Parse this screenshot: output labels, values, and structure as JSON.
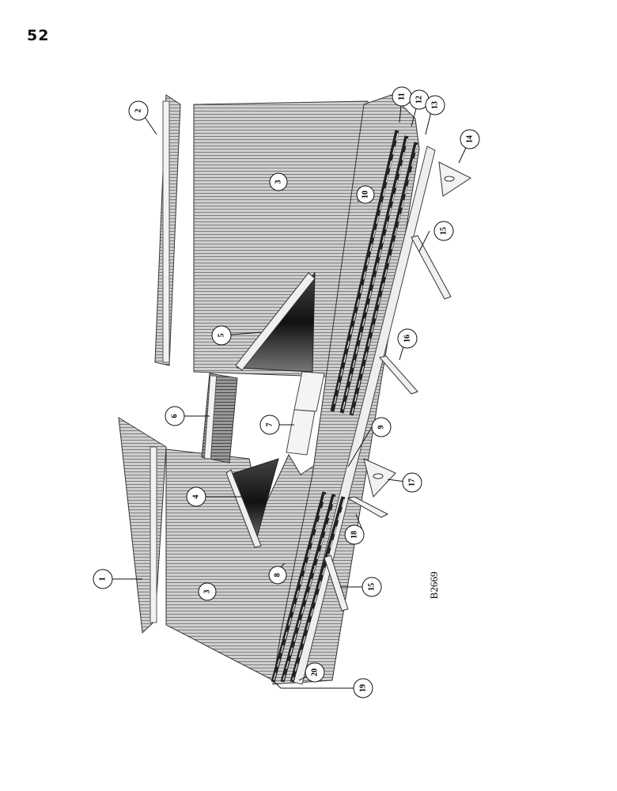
{
  "page": {
    "number": "52"
  },
  "figure": {
    "code": "B2669"
  },
  "callouts": [
    "1",
    "2",
    "3",
    "3",
    "4",
    "5",
    "6",
    "7",
    "8",
    "9",
    "10",
    "11",
    "12",
    "13",
    "14",
    "15",
    "15",
    "16",
    "17",
    "18",
    "19",
    "20"
  ]
}
